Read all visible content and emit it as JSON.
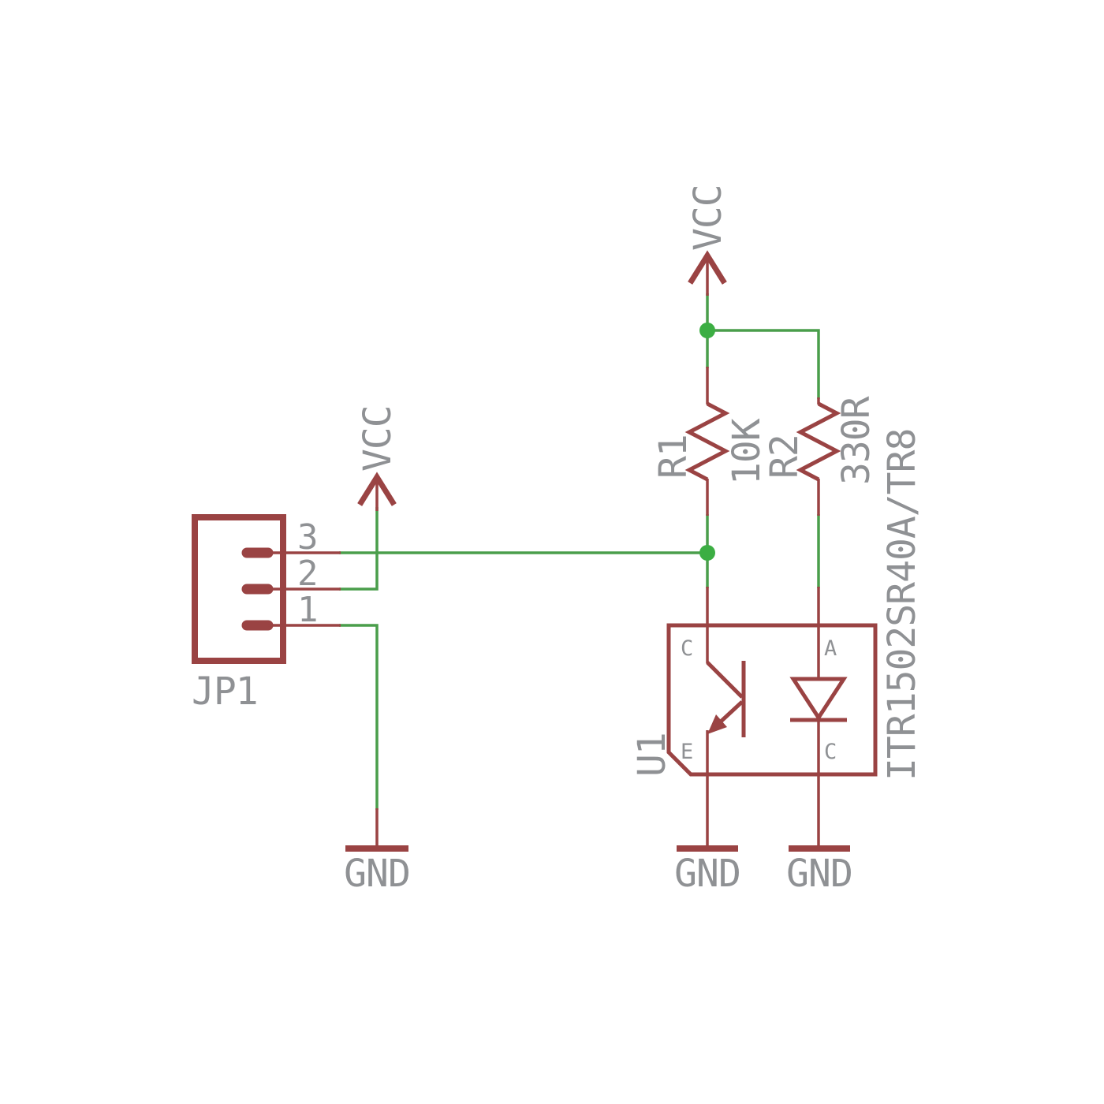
{
  "schematic": {
    "power": {
      "vcc_top": "VCC",
      "vcc_left": "VCC",
      "gnd_left": "GND",
      "gnd_mid": "GND",
      "gnd_right": "GND"
    },
    "connector": {
      "ref": "JP1",
      "pins": [
        "3",
        "2",
        "1"
      ]
    },
    "resistors": [
      {
        "ref": "R1",
        "value": "10K"
      },
      {
        "ref": "R2",
        "value": "330R"
      }
    ],
    "optocoupler": {
      "ref": "U1",
      "part": "ITR1502SR40A/TR8",
      "pin_labels": {
        "top_left": "C",
        "bottom_left": "E",
        "top_right": "A",
        "bottom_right": "C"
      }
    },
    "colors": {
      "component": "#9a4343",
      "wire": "#4a9e4b",
      "junction": "#3cae43",
      "text": "#8f9194"
    }
  }
}
